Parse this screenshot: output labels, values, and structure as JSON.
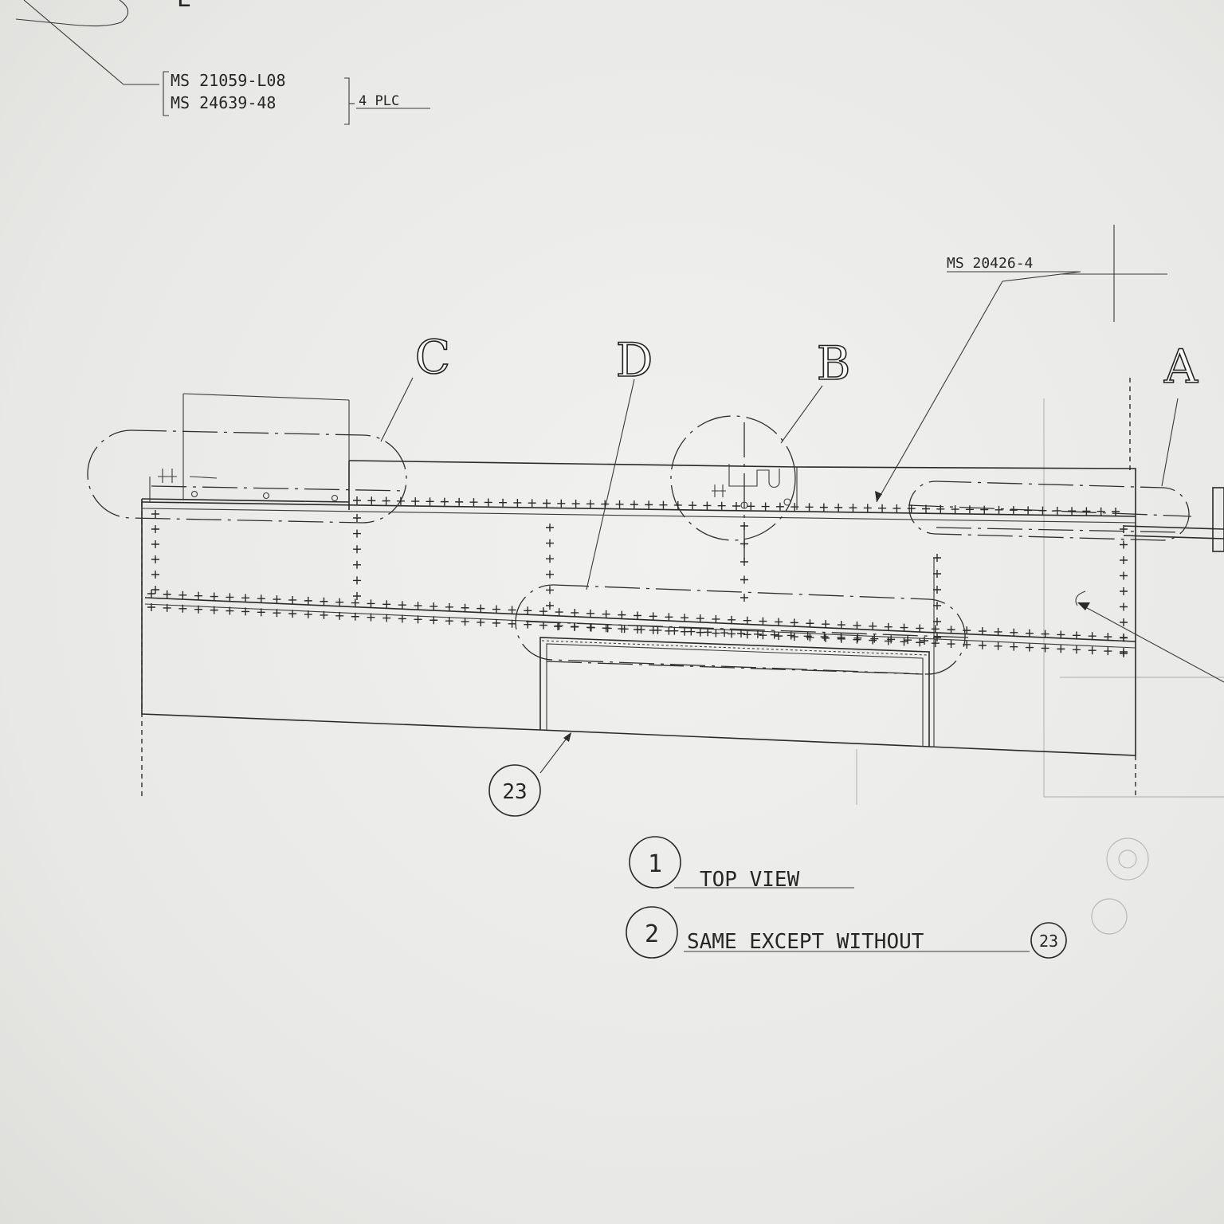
{
  "callouts": {
    "fastener_1": "MS 21059-L08",
    "fastener_2": "MS 24639-48",
    "fastener_qty": "4 PLC",
    "rivet": "MS 20426-4",
    "corner_letter": "E"
  },
  "views": {
    "a": "A",
    "b": "B",
    "c": "C",
    "d": "D"
  },
  "item_balloon": "23",
  "notes": [
    {
      "number": "1",
      "text": "TOP VIEW"
    },
    {
      "number": "2",
      "text": "SAME EXCEPT WITHOUT",
      "ref": "23"
    }
  ]
}
